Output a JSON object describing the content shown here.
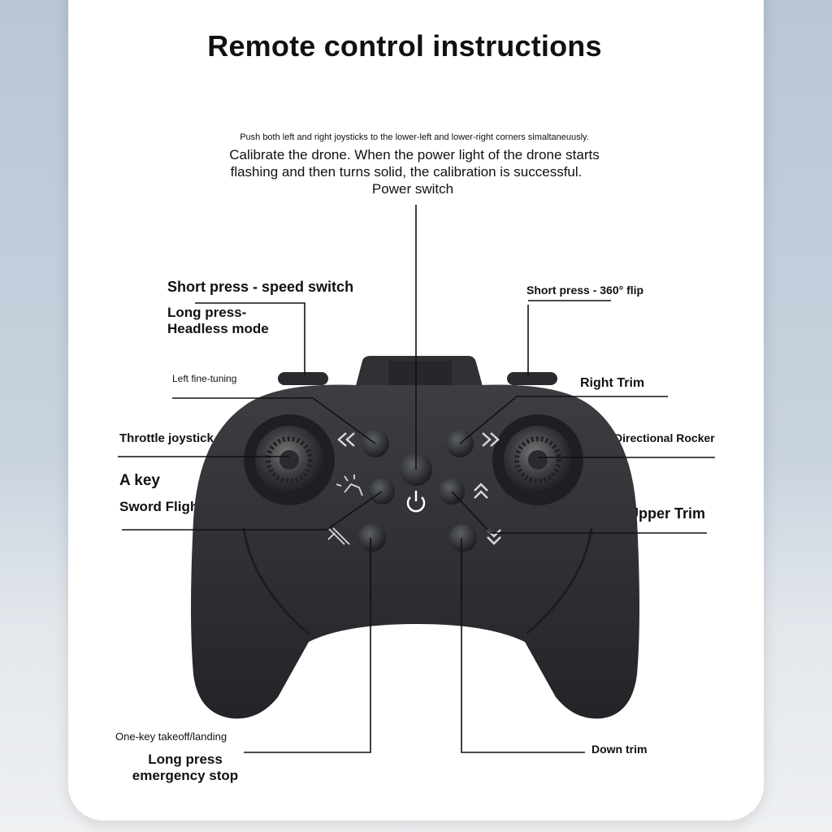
{
  "title": "Remote control instructions",
  "top_note": {
    "line1": "Push both left and right joysticks to the lower-left and lower-right corners simaltaneuusly.",
    "line2": "Calibrate the drone. When the power light of the drone starts",
    "line3": "flashing and then turns solid, the calibration is successful.",
    "line4": "Power switch"
  },
  "labels": {
    "speed_switch": "Short press - speed switch",
    "headless_line1": "Long press-",
    "headless_line2": "Headless mode",
    "flip": "Short press - 360°  flip",
    "left_fine_tuning": "Left fine-tuning",
    "right_trim": "Right Trim",
    "throttle_joystick": "Throttle joystick",
    "directional_rocker": "Directional Rocker",
    "a_key": "A key",
    "sword_flight": "Sword Flight",
    "upper_trim": "Upper Trim",
    "takeoff_landing": "One-key takeoff/landing",
    "emergency_line1": "Long press",
    "emergency_line2": "emergency stop",
    "down_trim": "Down trim"
  },
  "icons": {
    "left_fine": "double-chevron-left-icon",
    "right_trim": "double-chevron-right-icon",
    "a_key": "hand-light-icon",
    "sword": "sword-flight-icon",
    "power": "power-icon",
    "upper_trim": "chevron-up-icon",
    "down_trim": "chevron-down-icon"
  },
  "colors": {
    "controller": "#2b2d30",
    "leader": "#111111",
    "background": "#c2ccd8"
  }
}
